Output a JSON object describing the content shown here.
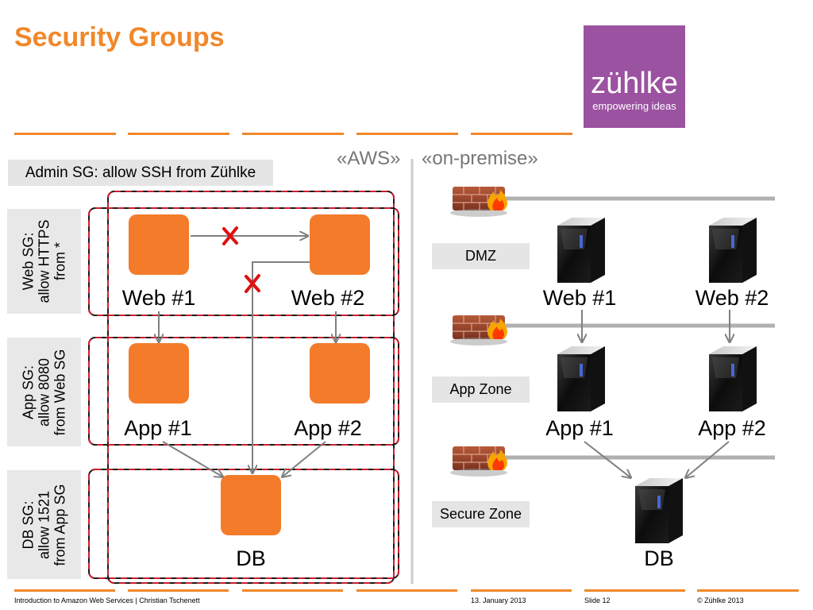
{
  "slide": {
    "title": "Security Groups",
    "logo": {
      "name": "zühlke",
      "tagline": "empowering ideas"
    }
  },
  "aws": {
    "heading": "«AWS»",
    "admin_sg_label": "Admin SG: allow SSH from Zühlke",
    "web_sg_label": [
      "Web SG:",
      "allow HTTPS",
      "from *"
    ],
    "app_sg_label": [
      "App SG:",
      "allow 8080",
      "from Web SG"
    ],
    "db_sg_label": [
      "DB SG:",
      "allow 1521",
      "from App SG"
    ],
    "nodes": {
      "web1": "Web #1",
      "web2": "Web #2",
      "app1": "App #1",
      "app2": "App #2",
      "db": "DB"
    }
  },
  "onprem": {
    "heading": "«on-premise»",
    "zones": {
      "dmz": "DMZ",
      "app": "App Zone",
      "secure": "Secure Zone"
    },
    "nodes": {
      "web1": "Web #1",
      "web2": "Web #2",
      "app1": "App #1",
      "app2": "App #2",
      "db": "DB"
    }
  },
  "footer": {
    "left": "Introduction to Amazon Web Services | Christian Tschenett",
    "date": "13. January 2013",
    "slide": "Slide 12",
    "copyright": "© Zühlke 2013"
  },
  "colors": {
    "accent": "#f0882a",
    "node": "#f47b2a",
    "dashed": "#cc1f2f",
    "logo": "#9b52a0"
  }
}
